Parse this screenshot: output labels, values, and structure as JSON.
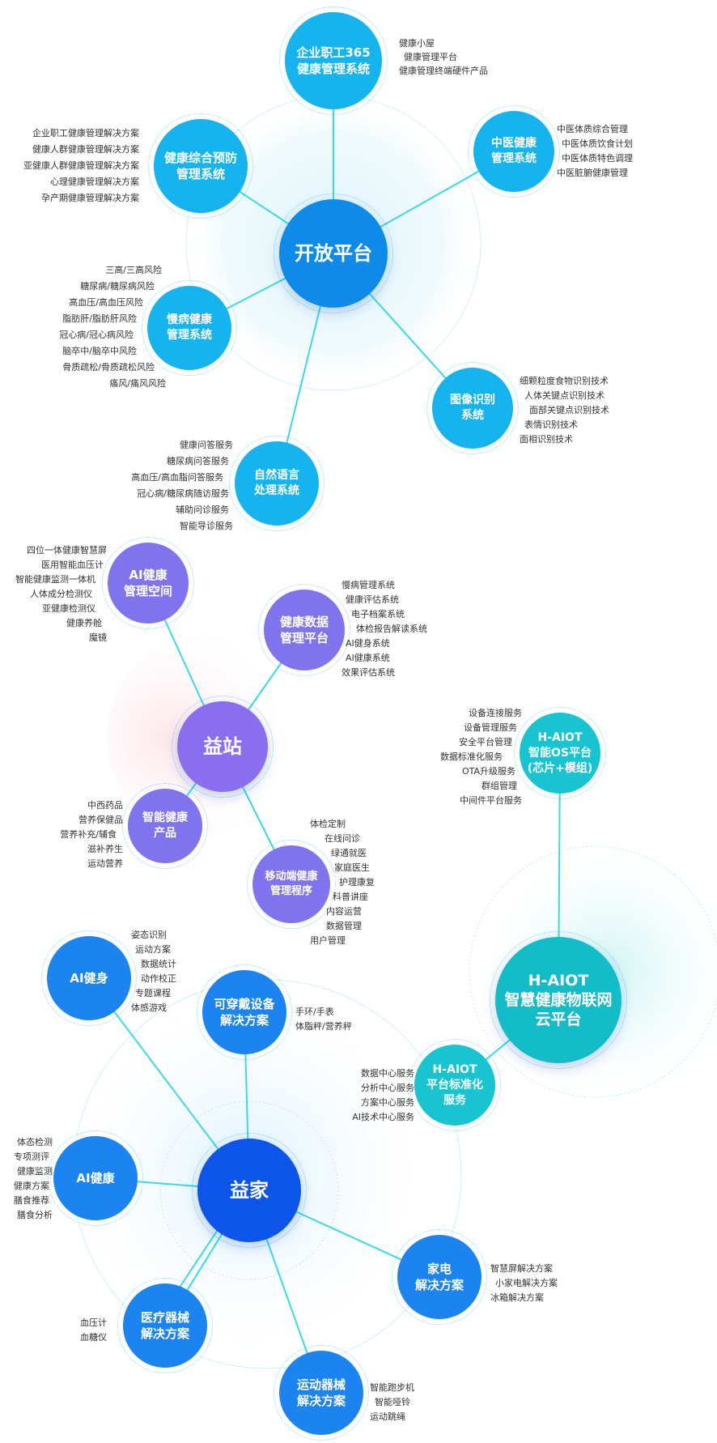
{
  "colors": {
    "cyan": "#16b4ee",
    "purple": "#8074ee",
    "blue": "#1b84f0",
    "deep_blue": "#0d55ea",
    "teal": "#17c4cf",
    "line": "#39d9e8"
  },
  "open_platform": {
    "center": "开放平台",
    "enterprise": {
      "title": [
        "企业职工365",
        "健康管理系统"
      ],
      "items": [
        "健康小屋",
        "健康管理平台",
        "健康管理终端硬件产品"
      ]
    },
    "tcm": {
      "title": [
        "中医健康",
        "管理系统"
      ],
      "items": [
        "中医体质综合管理",
        "中医体质饮食计划",
        "中医体质特色调理",
        "中医脏腑健康管理"
      ]
    },
    "prevention": {
      "title": [
        "健康综合预防",
        "管理系统"
      ],
      "items": [
        "企业职工健康管理解决方案",
        "健康人群健康管理解决方案",
        "亚健康人群健康管理解决方案",
        "心理健康管理解决方案",
        "孕产期健康管理解决方案"
      ]
    },
    "chronic": {
      "title": [
        "慢病健康",
        "管理系统"
      ],
      "items": [
        "三高/三高风险",
        "糖尿病/糖尿病风险",
        "高血压/高血压风险",
        "脂肪肝/脂肪肝风险",
        "冠心病/冠心病风险",
        "脑卒中/脑卒中风险",
        "骨质疏松/骨质疏松风险",
        "痛风/痛风风险"
      ]
    },
    "image": {
      "title": [
        "图像识别",
        "系统"
      ],
      "items": [
        "细颗粒度食物识别技术",
        "人体关键点识别技术",
        "面部关键点识别技术",
        "表情识别技术",
        "面相识别技术"
      ]
    },
    "nlp": {
      "title": [
        "自然语言",
        "处理系统"
      ],
      "items": [
        "健康问答服务",
        "糖尿病问答服务",
        "高血压/高血脂问答服务",
        "冠心病/糖尿病随访服务",
        "辅助问诊服务",
        "智能导诊服务"
      ]
    }
  },
  "yizhan": {
    "center": "益站",
    "ai_space": {
      "title": [
        "AI健康",
        "管理空间"
      ],
      "items": [
        "四位一体健康智慧屏",
        "医用智能血压计",
        "智能健康监测一体机",
        "人体成分检测仪",
        "亚健康检测仪",
        "健康养舱",
        "魔镜"
      ]
    },
    "data_platform": {
      "title": [
        "健康数据",
        "管理平台"
      ],
      "items": [
        "慢病管理系统",
        "健康评估系统",
        "电子档案系统",
        "体检报告解读系统",
        "AI健身系统",
        "AI健康系统",
        "效果评估系统"
      ]
    },
    "products": {
      "title": [
        "智能健康",
        "产品"
      ],
      "items": [
        "中西药品",
        "营养保健品",
        "营养补充/辅食",
        "滋补养生",
        "运动营养"
      ]
    },
    "mobile": {
      "title": [
        "移动端健康",
        "管理程序"
      ],
      "items": [
        "体检定制",
        "在线问诊",
        "绿通就医",
        "家庭医生",
        "护理康复",
        "科普讲座",
        "内容运营",
        "数据管理",
        "用户管理"
      ]
    }
  },
  "haiot": {
    "center": [
      "H-AIOT",
      "智慧健康物联网",
      "云平台"
    ],
    "os": {
      "title": [
        "H-AIOT",
        "智能OS平台",
        "(芯片+模组)"
      ],
      "items": [
        "设备连接服务",
        "设备管理服务",
        "安全平台管理",
        "数据标准化服务",
        "OTA升级服务",
        "群组管理",
        "中间件平台服务"
      ]
    },
    "standard": {
      "title": [
        "H-AIOT",
        "平台标准化",
        "服务"
      ],
      "items": [
        "数据中心服务",
        "分析中心服务",
        "方案中心服务",
        "AI技术中心服务"
      ]
    }
  },
  "yijia": {
    "center": "益家",
    "fitness": {
      "title": [
        "AI健身"
      ],
      "items": [
        "姿态识别",
        "运动方案",
        "数据统计",
        "动作校正",
        "专题课程",
        "体感游戏"
      ]
    },
    "wearable": {
      "title": [
        "可穿戴设备",
        "解决方案"
      ],
      "items": [
        "手环/手表",
        "体脂秤/营养秤"
      ]
    },
    "ai_health": {
      "title": [
        "AI健康"
      ],
      "items": [
        "体态检测",
        "专项测评",
        "健康监测",
        "健康方案",
        "膳食推荐",
        "膳食分析"
      ]
    },
    "appliance": {
      "title": [
        "家电",
        "解决方案"
      ],
      "items": [
        "智慧屏解决方案",
        "小家电解决方案",
        "冰箱解决方案"
      ]
    },
    "medical": {
      "title": [
        "医疗器械",
        "解决方案"
      ],
      "items": [
        "血压计",
        "血糖仪"
      ]
    },
    "sports": {
      "title": [
        "运动器械",
        "解决方案"
      ],
      "items": [
        "智能跑步机",
        "智能哑铃",
        "运动跳绳"
      ]
    }
  }
}
